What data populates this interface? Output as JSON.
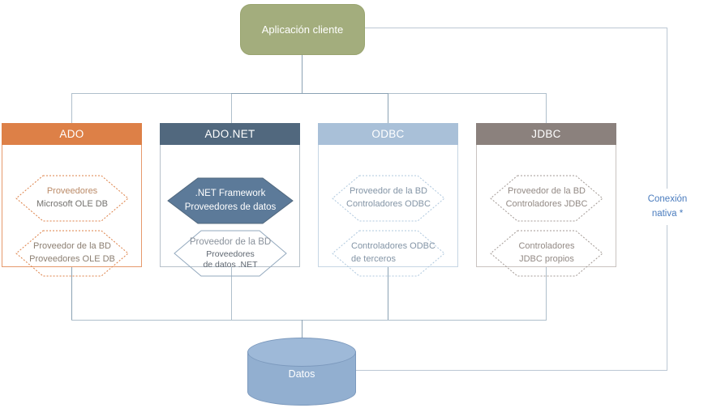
{
  "client_box": {
    "label": "Aplicación cliente"
  },
  "columns": [
    {
      "key": "ado",
      "header": "ADO",
      "hexagons": [
        {
          "line1": "Proveedores",
          "line2": "Microsoft OLE DB"
        },
        {
          "line1": "Proveedor de la BD",
          "line2": "Proveedores OLE DB"
        }
      ]
    },
    {
      "key": "adonet",
      "header": "ADO.NET",
      "hexagons": [
        {
          "line1": ".NET Framework",
          "line2": "Proveedores de datos",
          "style": "filled"
        },
        {
          "line1": "Proveedor de la BD",
          "line2": "Proveedores",
          "line3": "de datos .NET"
        }
      ]
    },
    {
      "key": "odbc",
      "header": "ODBC",
      "hexagons": [
        {
          "line1": "Proveedor de la BD",
          "line2": "Controladores ODBC"
        },
        {
          "line1": "Controladores ODBC",
          "line2": "de terceros"
        }
      ]
    },
    {
      "key": "jdbc",
      "header": "JDBC",
      "hexagons": [
        {
          "line1": "Proveedor de la BD",
          "line2": "Controladores JDBC"
        },
        {
          "line1": "Controladores",
          "line2": "JDBC propios"
        }
      ]
    }
  ],
  "datastore": {
    "label": "Datos"
  },
  "annotations": {
    "native_connection_label": "Conexión nativa *"
  },
  "colors": {
    "client_box": "#A3AD7D",
    "ado_accent": "#DD8047",
    "adonet_accent": "#51687E",
    "adonet_hex_fill": "#5C7A99",
    "odbc_accent": "#A9C0D8",
    "jdbc_accent": "#8B817D",
    "datastore_fill": "#92AFD0",
    "connector": "#AFBFCC",
    "native_label_text": "#4A7CBE"
  }
}
